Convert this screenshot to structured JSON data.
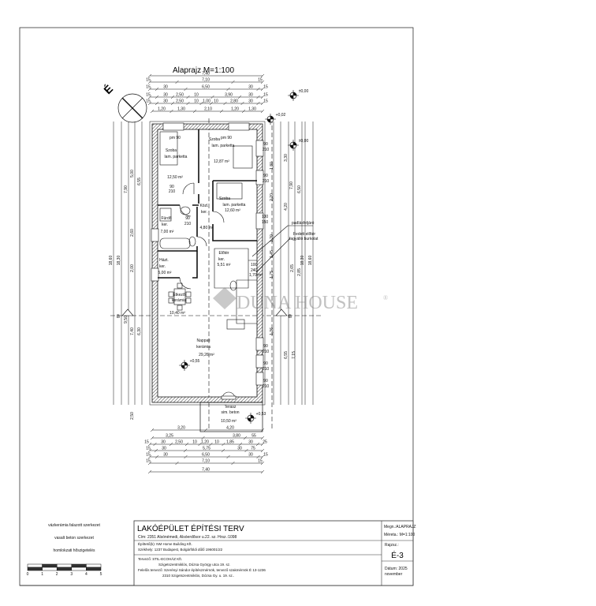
{
  "drawing": {
    "title": "Alaprajz  M=1:100",
    "north_label": "É",
    "section_label": "B"
  },
  "levels": [
    "±0,00",
    "±0,00",
    "+0,02",
    "+0,55",
    "+0,53"
  ],
  "rooms": [
    {
      "name": "Szoba",
      "finish": "lam. parketta",
      "area": "12,50 m²"
    },
    {
      "name": "Szoba",
      "finish": "lam. parketta",
      "area": "12,87 m²"
    },
    {
      "name": "Szoba",
      "finish": "lam. parketta",
      "area": "12,60 m²"
    },
    {
      "name": "Fürdő",
      "finish": "ker.",
      "area": "7,00 m²"
    },
    {
      "name": "Közl.",
      "finish": "ker.",
      "area": "4,80 m²"
    },
    {
      "name": "Házt.",
      "finish": "ker.",
      "area": "5,00 m²"
    },
    {
      "name": "Előtér",
      "finish": "ker.",
      "area": "5,51 m²"
    },
    {
      "name": "Étkező",
      "finish": "kerámia",
      "area": "10,40 m²"
    },
    {
      "name": "Nappali",
      "finish": "kerámia",
      "area": "29,26 m²"
    },
    {
      "name": "Terasz",
      "finish": "sim. beton",
      "area": "10,50 m²"
    }
  ],
  "small_area": {
    "width": "100",
    "height": "240",
    "area": "1,70 m²"
  },
  "door_labels": [
    "pm 90",
    "pm 90",
    "90",
    "210",
    "90",
    "210",
    "90",
    "210",
    "90",
    "210",
    "130",
    "150",
    "90",
    "210",
    "90",
    "210",
    "90",
    "210"
  ],
  "annotations": [
    "padlásfeljáró",
    "Fedett előtér",
    "fagyálló burkolat"
  ],
  "dims": {
    "top": [
      [
        "7,40"
      ],
      [
        "15",
        "7,10",
        "15"
      ],
      [
        "15",
        "30",
        "6,50",
        "30",
        "15"
      ],
      [
        "15",
        "30",
        "2,50",
        "10",
        "3,90",
        "30",
        "15"
      ],
      [
        "15",
        "30",
        "2,50",
        "10",
        "1,00",
        "10",
        "2,80",
        "30",
        "15"
      ],
      [
        "1,20",
        "1,30",
        "2,10",
        "1,20",
        "1,30"
      ]
    ],
    "bottom": [
      [
        "3,20",
        "4,20"
      ],
      [
        "3,25",
        "3,80",
        "55"
      ],
      [
        "15",
        "30",
        "2,50",
        "10",
        "1,20",
        "10",
        "1,85",
        "30",
        "25"
      ],
      [
        "15",
        "30",
        "5,75",
        "30",
        "75"
      ],
      [
        "15",
        "30",
        "6,50",
        "30",
        "15"
      ],
      [
        "15",
        "7,10",
        "15"
      ],
      [
        "7,40"
      ]
    ],
    "left": [
      "18,60",
      "18,30",
      "7,90",
      "9,50",
      "5,00",
      "2,60",
      "2,00",
      "7,40",
      "6,55",
      "6,30",
      "2,50"
    ],
    "right": [
      "1,80",
      "2,20",
      "1,20",
      "1,45",
      "1,75",
      "1,36",
      "3,30",
      "4,20",
      "7,90",
      "6,50",
      "2,65",
      "2,85",
      "6,55",
      "7,15",
      "18,30",
      "18,60"
    ]
  },
  "legend": {
    "items": [
      "vázkerámia falazott szerkezet",
      "vasalt beton szerkezet",
      "homlokzati hőszigetelés"
    ],
    "scale_ticks": [
      "0",
      "1",
      "2",
      "3",
      "4",
      "5"
    ]
  },
  "title_block": {
    "project_title": "LAKÓÉPÜLET ÉPÍTÉSI TERV",
    "address": "Cím: 2351 Alsónémedi, Alsóerdősor u.22. sz.  Hrsz.:1098",
    "designation": "Megn.:ALAPRAJZ",
    "scale": "Méreta.: M=1:100",
    "client": "Építtető(k): NM Home Building Kft.",
    "client_seat": "Székhely: 1237 Budapest, Bolgárföldi dűlő 196001/22",
    "sheet_label": "Rajzsz.:",
    "sheet_number": "É-3",
    "designer": "Tervező: STIL-ECOHÁZ Kft.",
    "designer_address": "Szigetszentmiklós, Dózsa György utca 19. sz.",
    "responsible": "Felelős tervező: Szerényi Sándor építészmérnök, tervező szakmérnök É 13-1236",
    "responsible_address": "2310 Szigetszentmiklós, Dózsa Gy. u. 19. sz..",
    "date_label": "Dátum: 2025",
    "date_month": "november"
  },
  "watermark": {
    "text": "DUNA HOUSE",
    "mark": "®"
  }
}
